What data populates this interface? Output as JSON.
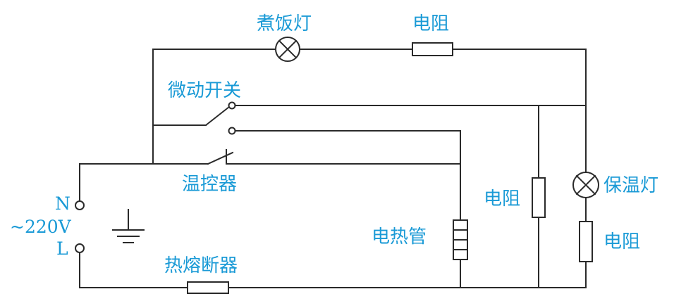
{
  "labels": {
    "cooking_lamp": "煮饭灯",
    "resistor_top": "电阻",
    "micro_switch": "微动开关",
    "thermostat": "温控器",
    "resistor_mid": "电阻",
    "warming_lamp": "保温灯",
    "resistor_right": "电阻",
    "heating_tube": "电热管",
    "thermal_fuse": "热熔断器",
    "terminal_n": "N",
    "voltage": "~220V",
    "terminal_l": "L"
  },
  "colors": {
    "label": "#1a9ad6",
    "wire": "#2a2a2a"
  }
}
